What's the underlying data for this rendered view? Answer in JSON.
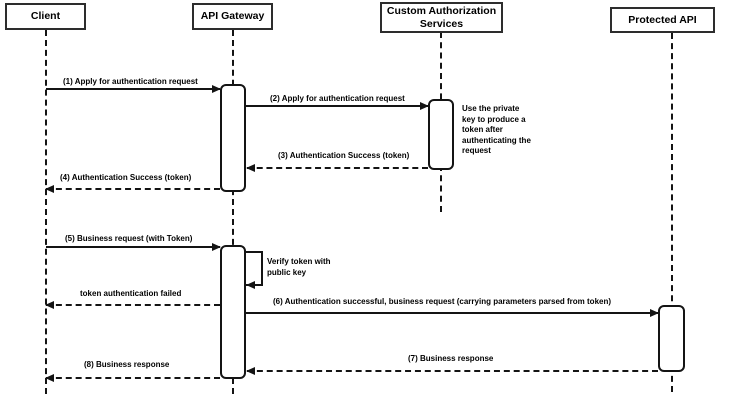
{
  "diagram_type": "uml-sequence-diagram",
  "actors": [
    {
      "label": "Client"
    },
    {
      "label": "API Gateway"
    },
    {
      "label": "Custom Authorization Services"
    },
    {
      "label": "Protected API"
    }
  ],
  "messages": [
    {
      "label": "(1) Apply for authentication request",
      "from": "Client",
      "to": "API Gateway",
      "line": "solid"
    },
    {
      "label": "(2) Apply for authentication request",
      "from": "API Gateway",
      "to": "Custom Authorization Services",
      "line": "solid"
    },
    {
      "label": "(3) Authentication Success (token)",
      "from": "Custom Authorization Services",
      "to": "API Gateway",
      "line": "dashed"
    },
    {
      "label": "(4) Authentication Success (token)",
      "from": "API Gateway",
      "to": "Client",
      "line": "dashed"
    },
    {
      "label": "(5) Business request (with Token)",
      "from": "Client",
      "to": "API Gateway",
      "line": "solid"
    },
    {
      "label": "token authentication failed",
      "from": "API Gateway",
      "to": "Client",
      "line": "dashed"
    },
    {
      "label": "(6) Authentication successful, business request (carrying parameters parsed from token)",
      "from": "API Gateway",
      "to": "Protected API",
      "line": "solid"
    },
    {
      "label": "(7) Business response",
      "from": "Protected API",
      "to": "API Gateway",
      "line": "dashed"
    },
    {
      "label": "(8) Business response",
      "from": "API Gateway",
      "to": "Client",
      "line": "dashed"
    }
  ],
  "self_message": {
    "label": "Verify token with public key",
    "actor": "API Gateway"
  },
  "note": {
    "label": "Use the private key to produce a token after authenticating the request"
  },
  "colors": {
    "line": "#141414",
    "actor_border": "#2d2d2d",
    "fill": "#ffffff",
    "background": "#ffffff"
  }
}
